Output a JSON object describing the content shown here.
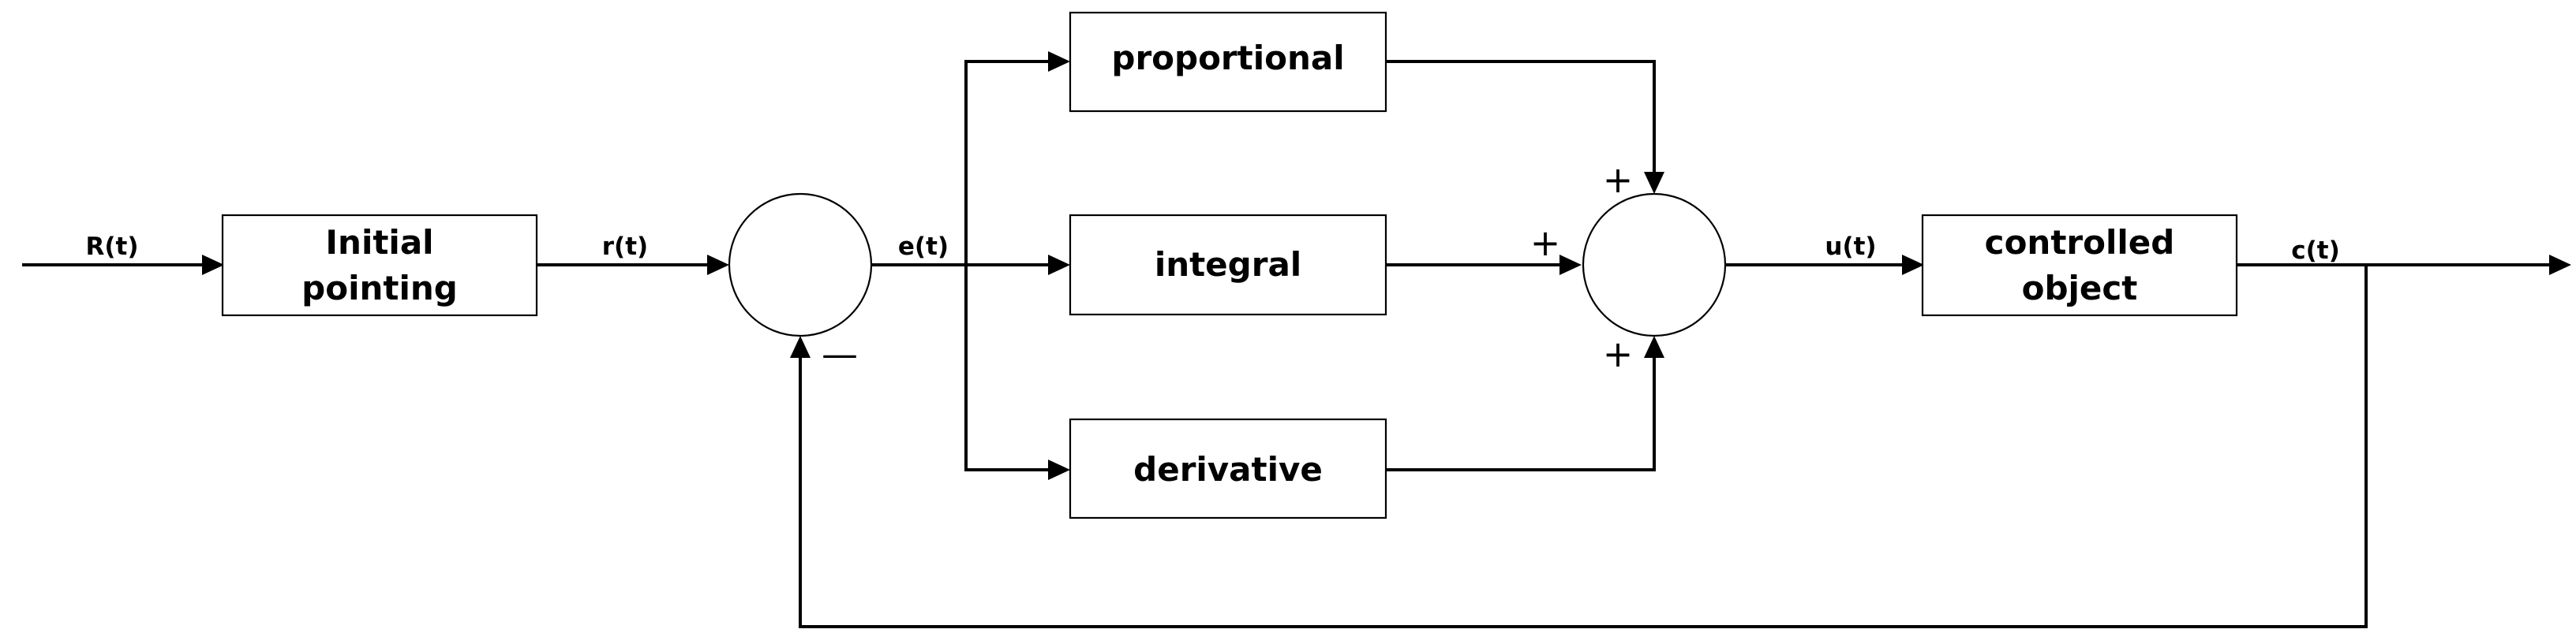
{
  "blocks": {
    "initial_pointing": [
      "Initial",
      "pointing"
    ],
    "proportional": "proportional",
    "integral": "integral",
    "derivative": "derivative",
    "controlled_object": [
      "controlled",
      "object"
    ]
  },
  "signals": {
    "R": "R(t)",
    "r": "r(t)",
    "e": "e(t)",
    "u": "u(t)",
    "c": "c(t)"
  },
  "signs": {
    "feedback_minus": "—",
    "sum_top_plus": "+",
    "sum_left_plus": "+",
    "sum_bottom_plus": "+"
  }
}
